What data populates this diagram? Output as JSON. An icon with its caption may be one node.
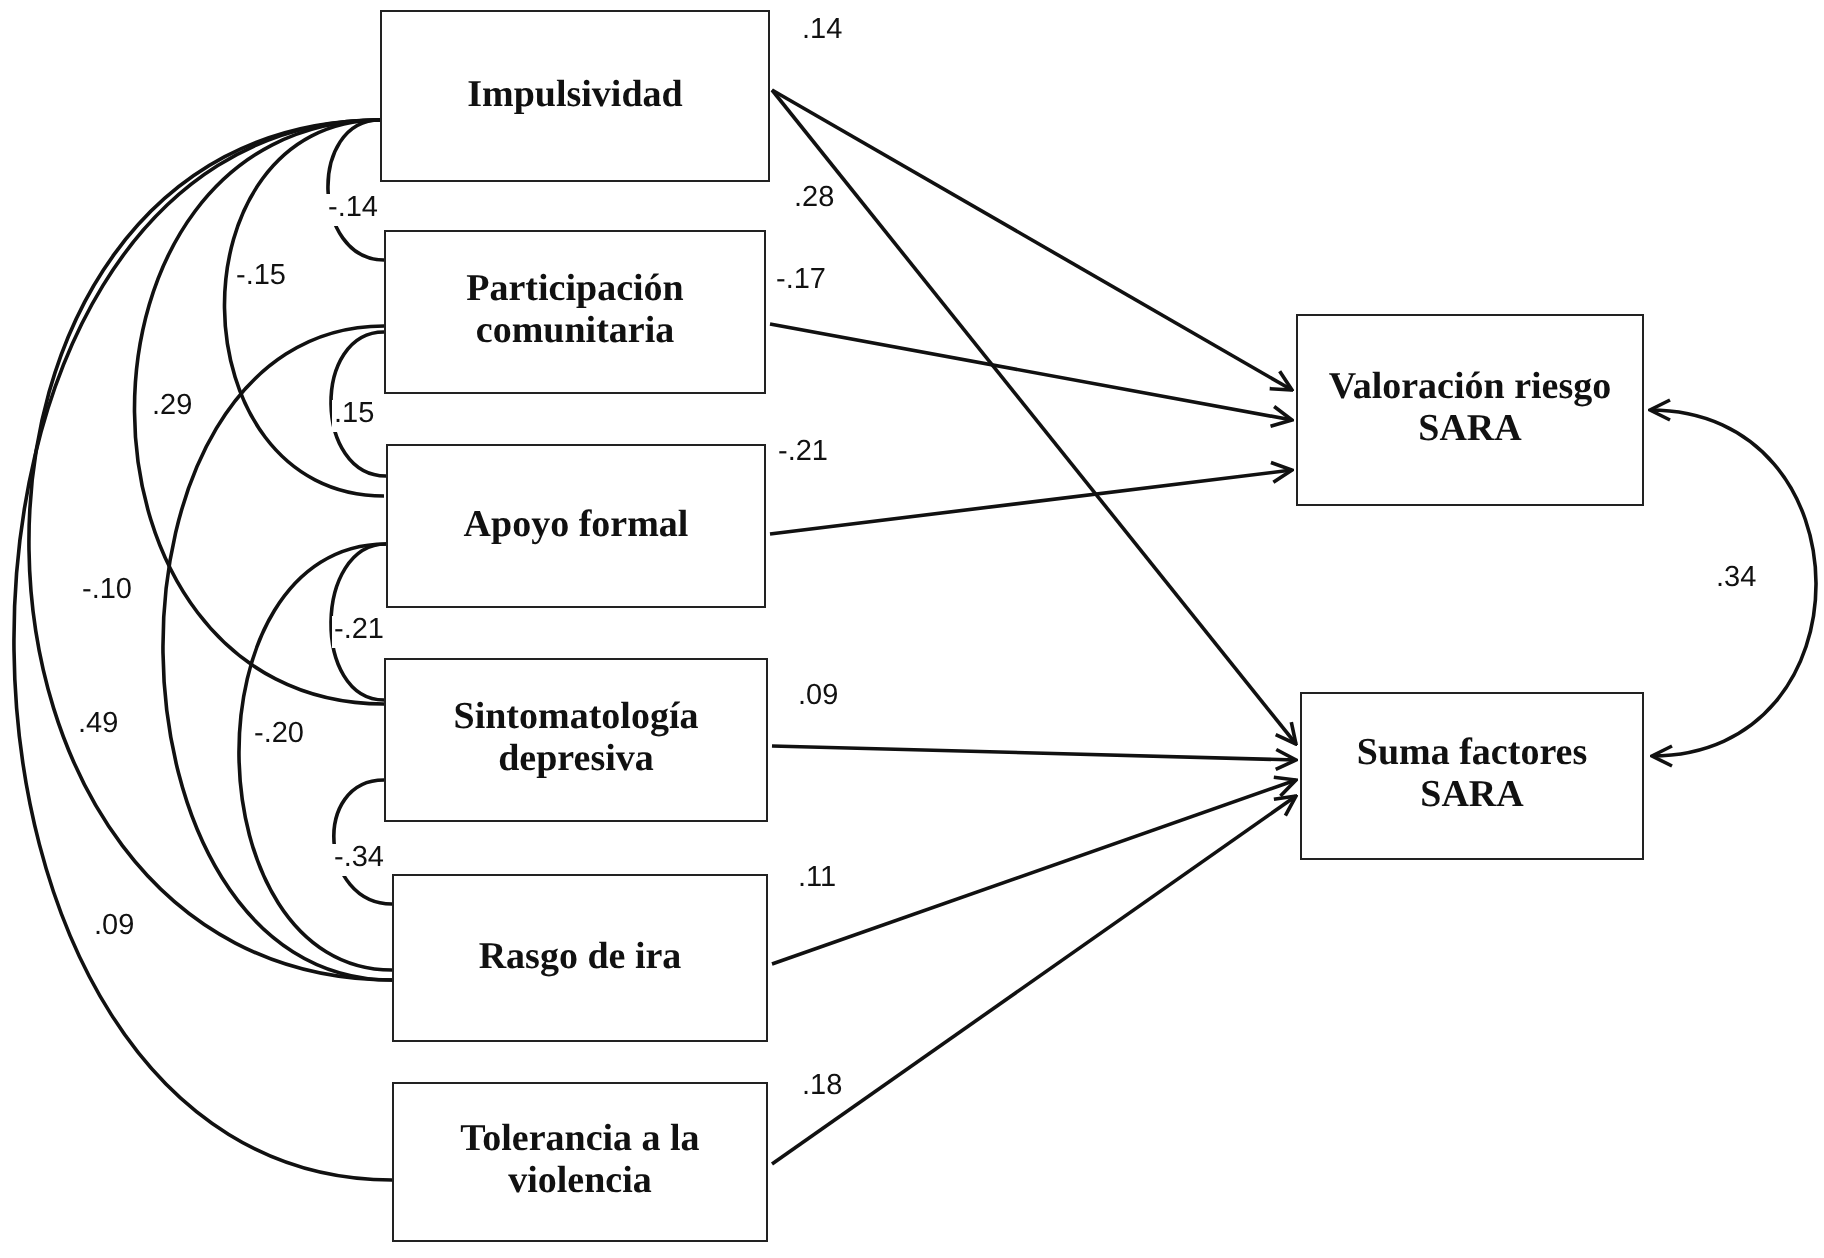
{
  "diagram": {
    "nodes": [
      {
        "text": [
          "Impulsividad"
        ]
      },
      {
        "text": [
          "Participación comunitaria"
        ]
      },
      {
        "text": [
          "Apoyo formal"
        ]
      },
      {
        "text": [
          "Sintomatología depresiva"
        ]
      },
      {
        "text": [
          "Rasgo de ira"
        ]
      },
      {
        "text": [
          "Tolerancia a la violencia"
        ]
      },
      {
        "text": [
          "Valoración riesgo SARA"
        ]
      },
      {
        "text": [
          "Suma factores SARA"
        ]
      }
    ],
    "edges": [
      {
        "from": 0,
        "to": 6,
        "arrow": "to",
        "label": ".14"
      },
      {
        "from": 0,
        "to": 7,
        "arrow": "to",
        "label": ".28"
      },
      {
        "from": 1,
        "to": 6,
        "arrow": "to",
        "label": "-.17"
      },
      {
        "from": 2,
        "to": 6,
        "arrow": "to",
        "label": "-.21"
      },
      {
        "from": 3,
        "to": 7,
        "arrow": "to",
        "label": ".09"
      },
      {
        "from": 4,
        "to": 7,
        "arrow": "to",
        "label": ".11"
      },
      {
        "from": 5,
        "to": 7,
        "arrow": "to",
        "label": ".18"
      },
      {
        "from": 6,
        "to": 7,
        "arrow": "both",
        "label": ".34"
      },
      {
        "from": 0,
        "to": 1,
        "arrow": "none",
        "label": "-.14"
      },
      {
        "from": 0,
        "to": 2,
        "arrow": "none",
        "label": "-.15"
      },
      {
        "from": 0,
        "to": 3,
        "arrow": "none",
        "label": ".29"
      },
      {
        "from": 0,
        "to": 4,
        "arrow": "none",
        "label": ".49"
      },
      {
        "from": 0,
        "to": 5,
        "arrow": "none",
        "label": ".09"
      },
      {
        "from": 1,
        "to": 2,
        "arrow": "none",
        "label": ".15"
      },
      {
        "from": 1,
        "to": 4,
        "arrow": "none",
        "label": "-.10"
      },
      {
        "from": 2,
        "to": 3,
        "arrow": "none",
        "label": "-.21"
      },
      {
        "from": 2,
        "to": 4,
        "arrow": "none",
        "label": "-.20"
      },
      {
        "from": 3,
        "to": 4,
        "arrow": "none",
        "label": "-.34"
      }
    ]
  }
}
